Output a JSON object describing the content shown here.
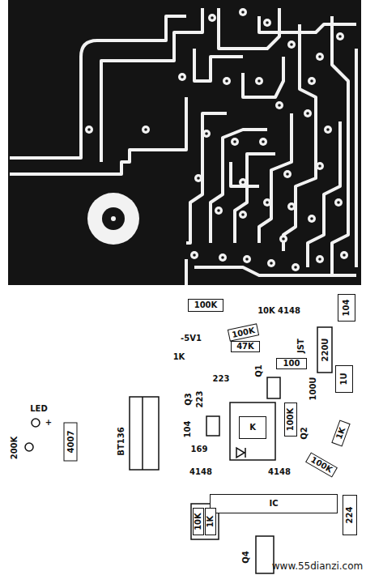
{
  "diagram": {
    "nodes": [
      {
        "text": [
          "100K"
        ]
      },
      {
        "text": [
          "104"
        ]
      },
      {
        "text": [
          "100K"
        ]
      },
      {
        "text": [
          "47K"
        ]
      },
      {
        "text": [
          "100"
        ]
      },
      {
        "text": [
          "1U"
        ]
      },
      {
        "text": [
          "4007"
        ]
      },
      {
        "text": [
          "K"
        ]
      },
      {
        "text": [
          "100K"
        ]
      },
      {
        "text": [
          "1K"
        ]
      },
      {
        "text": [
          "100K"
        ]
      },
      {
        "text": [
          "IC"
        ]
      },
      {
        "text": [
          "224"
        ]
      },
      {
        "text": [
          "10K"
        ]
      },
      {
        "text": [
          "1K"
        ]
      }
    ],
    "labels": [
      "10K",
      "4148",
      "-5V1",
      "JST",
      "220U",
      "1K",
      "Q1",
      "100U",
      "LED",
      "+",
      "200K",
      "BT136",
      "Q3",
      "223",
      "223",
      "104",
      "169",
      "4148",
      "4148",
      "Q2",
      "Q4",
      "www.55dianzi.com"
    ]
  }
}
